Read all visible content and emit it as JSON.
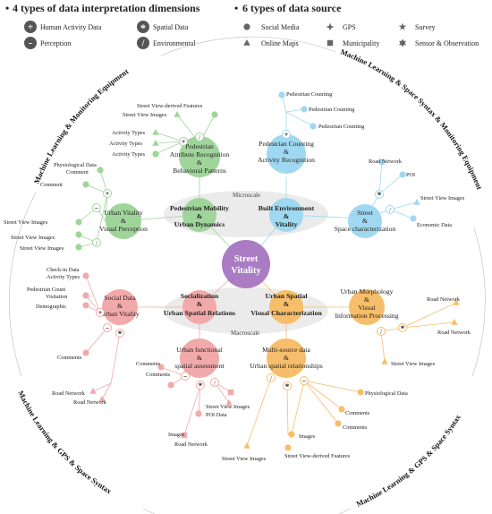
{
  "header": {
    "dims_title": "4 types of data interpretation dimensions",
    "sources_title": "6 types of data source",
    "dims": [
      {
        "symbol": "+",
        "label": "Human Activity Data"
      },
      {
        "symbol": "*",
        "label": "Spatial Data"
      },
      {
        "symbol": "-",
        "label": "Perception"
      },
      {
        "symbol": "/",
        "label": "Environmental"
      }
    ],
    "sources": [
      {
        "shape": "circle",
        "label": "Social Media"
      },
      {
        "shape": "star4",
        "label": "GPS"
      },
      {
        "shape": "star5",
        "label": "Survey"
      },
      {
        "shape": "triangle",
        "label": "Online Maps"
      },
      {
        "shape": "square",
        "label": "Municipality"
      },
      {
        "shape": "star6",
        "label": "Sensor & Observation"
      }
    ]
  },
  "center": {
    "line1": "Street",
    "line2": "Vitality"
  },
  "scales": {
    "micro": "Microscale",
    "macro": "Macroscale"
  },
  "ring_labels": {
    "top_left": "Machine Learning & Monitoring Equipment",
    "top_right": "Machine Learning & Space Syntax & Monitoring Equipment",
    "bottom_left": "Machine Learning & GPS & Space Syntax",
    "bottom_right": "Machine Learning & GPS & Space Syntax"
  },
  "themes": {
    "mobility": [
      "Pedestrian Mobility",
      "&",
      "Urban Dynamics"
    ],
    "built": [
      "Built Environment",
      "&",
      "Vitality"
    ],
    "social": [
      "Socialization",
      "&",
      "Urban Spatial Relations"
    ],
    "visual": [
      "Urban Spatial",
      "&",
      "Visual Characterization"
    ]
  },
  "nodes": {
    "attr": [
      "Pedestrian",
      "Attribute Recognition",
      "&",
      "Behavioral Patterns"
    ],
    "count": [
      "Pedestrian Counting",
      "&",
      "Activity Recognition"
    ],
    "perc": [
      "Urban Vitality",
      "&",
      "Visual Perception"
    ],
    "street": [
      "Street",
      "&",
      "Space characterization"
    ],
    "soc": [
      "Social Data",
      "&",
      "Urban Vitality"
    ],
    "morph": [
      "Urban Morphology",
      "&",
      "Visual",
      "Information Processing"
    ],
    "func": [
      "Urban functional",
      "&",
      "spatial assessment"
    ],
    "multi": [
      "Multi-source data",
      "&",
      "Urban spatial relationships"
    ]
  },
  "leaves": {
    "attr": [
      "Street View-derived Features",
      "Street View Images",
      "Activity Types",
      "Activity Types",
      "Activity Types"
    ],
    "count": [
      "Pedestrian Counting",
      "Pedestrian Counting",
      "Pedestrian Counting"
    ],
    "perc": [
      "Physiological Data",
      "Comment",
      "Comment",
      "Street View Images",
      "Street View Images",
      "Street View Images"
    ],
    "street": [
      "Road Network",
      "POI",
      "Street View Images",
      "Economic Data"
    ],
    "soc": [
      "Check-in Data",
      "Activity Types",
      "Pedestrian Count",
      "Visitation",
      "Demographic",
      "Comments",
      "Road Network",
      "Road Network"
    ],
    "morph": [
      "Road Network",
      "Road Network",
      "Street View Images"
    ],
    "func": [
      "Comments",
      "Comments",
      "Street View Images",
      "POI Data",
      "Images",
      "Road Network"
    ],
    "multi": [
      "Physiological Data",
      "Comments",
      "Comments",
      "Images",
      "Street View Images",
      "Street View-derived Features"
    ]
  },
  "colors": {
    "green": "#9fd59a",
    "blue": "#9fd8f0",
    "red": "#f2a9a9",
    "orange": "#f6be6b",
    "purple": "#a97cc4",
    "gray": "#dcdcdc"
  }
}
